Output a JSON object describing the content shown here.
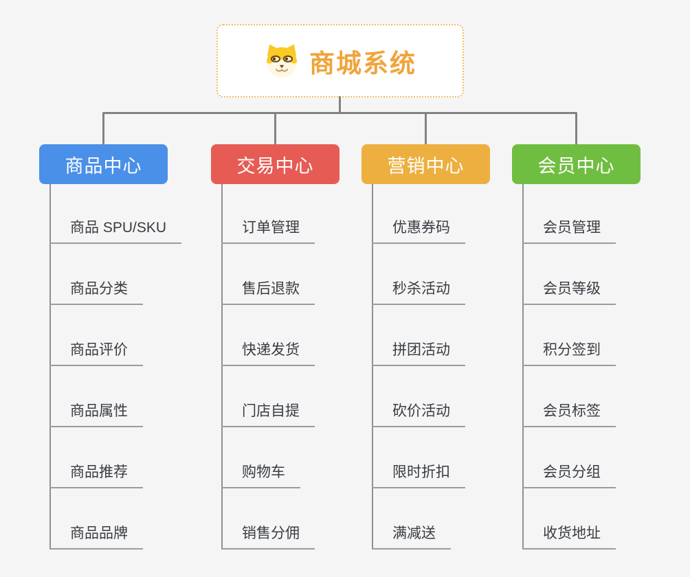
{
  "canvas": {
    "background": "#F5F5F5"
  },
  "root": {
    "title": "商城系统",
    "icon": "dog-face-icon",
    "title_color": "#F0A43C",
    "border_color": "#F1BA62"
  },
  "connector_color": "#828282",
  "branches": [
    {
      "label": "商品中心",
      "color": "#4A90E8",
      "children": [
        "商品 SPU/SKU",
        "商品分类",
        "商品评价",
        "商品属性",
        "商品推荐",
        "商品品牌"
      ]
    },
    {
      "label": "交易中心",
      "color": "#E65C55",
      "children": [
        "订单管理",
        "售后退款",
        "快递发货",
        "门店自提",
        "购物车",
        "销售分佣"
      ]
    },
    {
      "label": "营销中心",
      "color": "#EDAF40",
      "children": [
        "优惠券码",
        "秒杀活动",
        "拼团活动",
        "砍价活动",
        "限时折扣",
        "满减送"
      ]
    },
    {
      "label": "会员中心",
      "color": "#70BE41",
      "children": [
        "会员管理",
        "会员等级",
        "积分签到",
        "会员标签",
        "会员分组",
        "收货地址"
      ]
    }
  ]
}
